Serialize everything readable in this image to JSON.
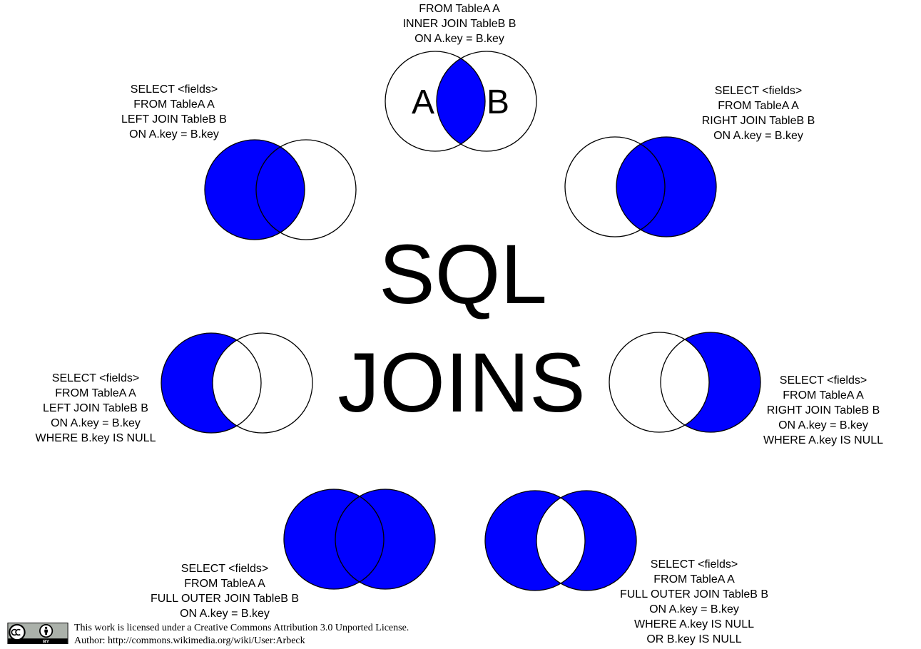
{
  "title": {
    "line1": "SQL",
    "line2": "JOINS"
  },
  "colors": {
    "fill": "#0000ff",
    "stroke": "#000000",
    "background": "#ffffff"
  },
  "joins": [
    {
      "id": "inner-join",
      "highlight": "intersection",
      "circle_labels": [
        "A",
        "B"
      ],
      "lines": [
        "FROM TableA  A",
        "INNER JOIN TableB  B",
        "ON A.key = B.key"
      ]
    },
    {
      "id": "left-join",
      "highlight": "A",
      "lines": [
        "SELECT <fields>",
        "FROM TableA  A",
        "LEFT JOIN TableB  B",
        "ON A.key = B.key"
      ]
    },
    {
      "id": "right-join",
      "highlight": "B",
      "lines": [
        "SELECT <fields>",
        "FROM TableA  A",
        "RIGHT JOIN TableB  B",
        "ON A.key = B.key"
      ]
    },
    {
      "id": "left-join-exclusive",
      "highlight": "A-only",
      "lines": [
        "SELECT <fields>",
        "FROM TableA  A",
        "LEFT JOIN TableB  B",
        "ON A.key = B.key",
        "WHERE B.key IS NULL"
      ]
    },
    {
      "id": "right-join-exclusive",
      "highlight": "B-only",
      "lines": [
        "SELECT <fields>",
        "FROM TableA  A",
        "RIGHT JOIN TableB  B",
        "ON A.key = B.key",
        "WHERE A.key IS NULL"
      ]
    },
    {
      "id": "full-outer-join",
      "highlight": "union",
      "lines": [
        "SELECT <fields>",
        "FROM TableA  A",
        "FULL OUTER JOIN TableB  B",
        "ON A.key = B.key"
      ]
    },
    {
      "id": "full-outer-join-exclusive",
      "highlight": "symmetric-difference",
      "lines": [
        "SELECT <fields>",
        "FROM TableA  A",
        "FULL OUTER JOIN TableB  B",
        "ON A.key = B.key",
        "WHERE A.key IS NULL",
        "OR B.key IS NULL"
      ]
    }
  ],
  "license": {
    "badge_icons": [
      "cc-icon",
      "by-person-icon"
    ],
    "badge_label": "BY",
    "line1": "This work is licensed under a Creative Commons Attribution 3.0 Unported License.",
    "line2": "Author: http://commons.wikimedia.org/wiki/User:Arbeck"
  }
}
